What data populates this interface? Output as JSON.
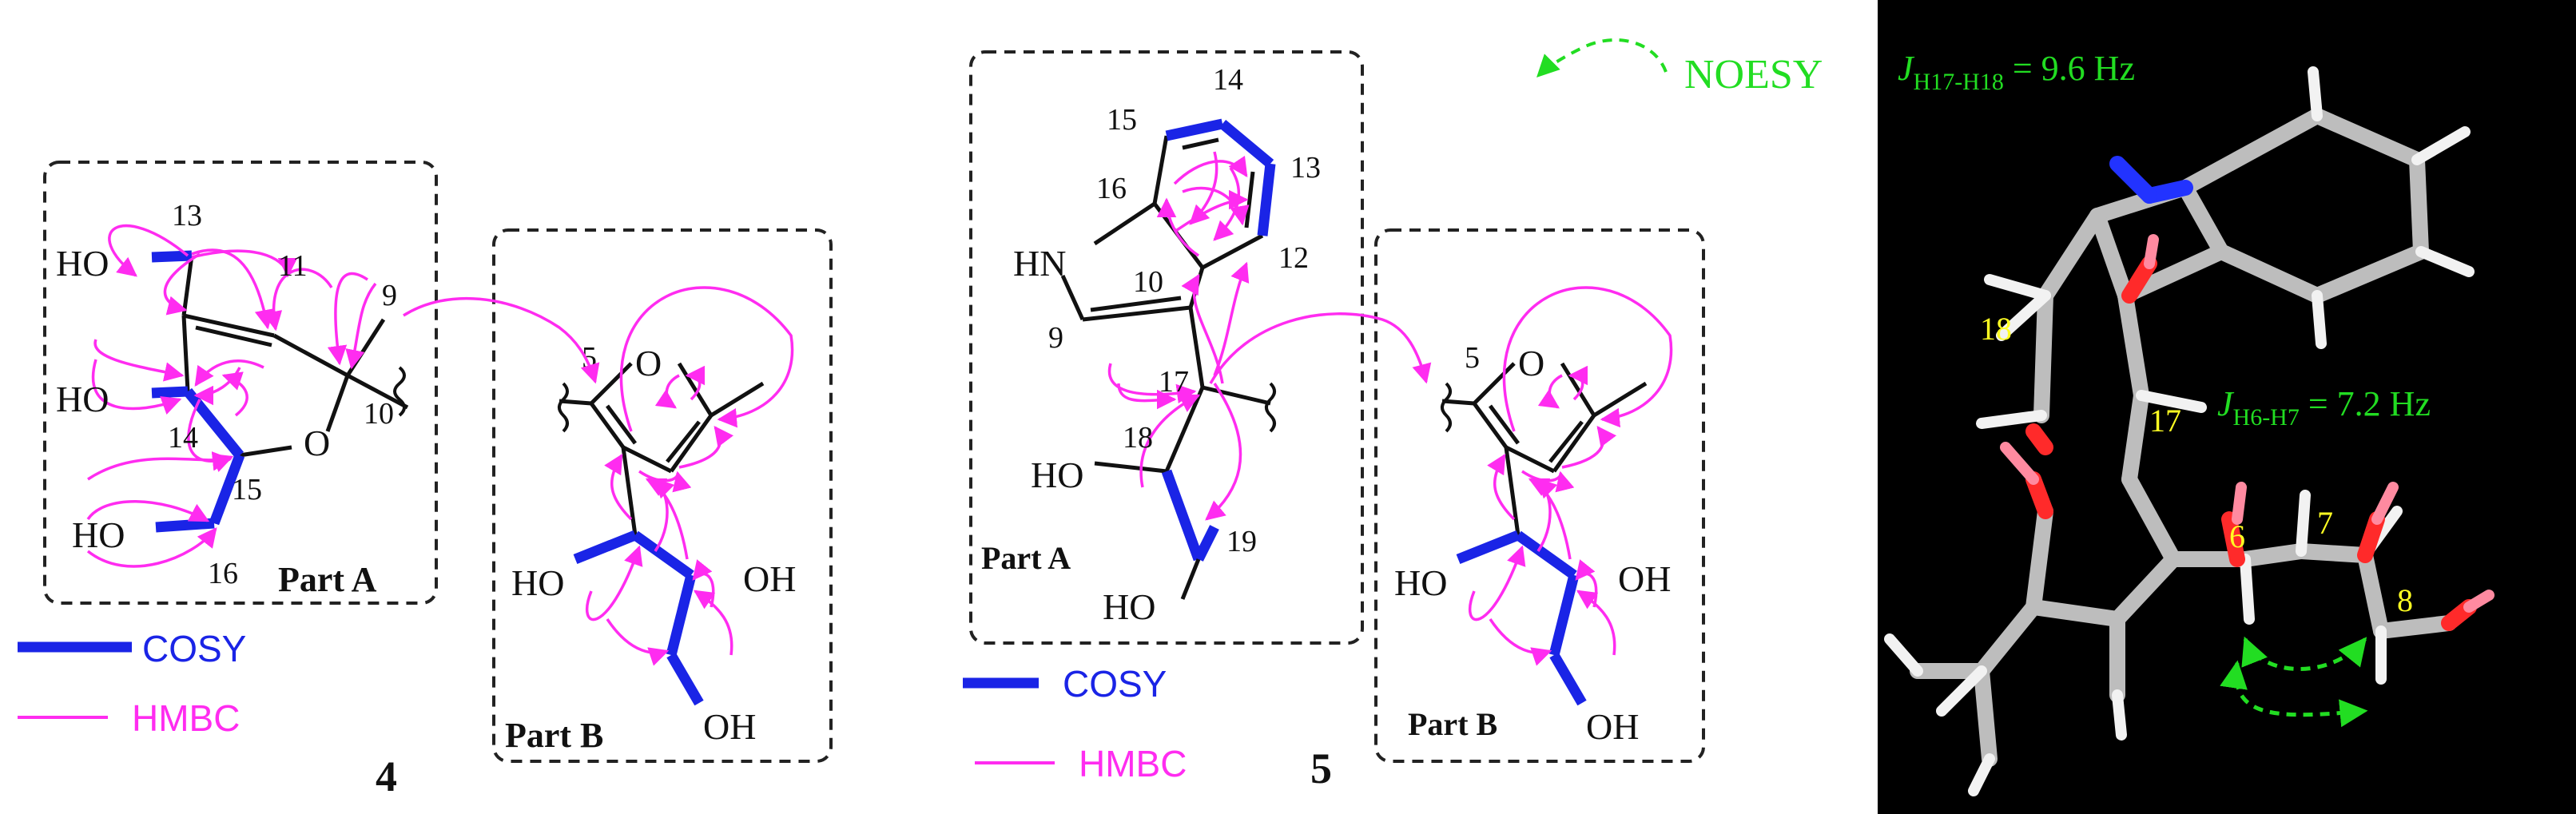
{
  "colors": {
    "cosy": "#1a24e6",
    "hmbc": "#ff2cf0",
    "noesy": "#22dd22",
    "bond": "#111111",
    "box": "#222222",
    "model_bg": "#000000",
    "model_gray": "#bdbdbd",
    "model_white": "#f2f2f2",
    "model_red": "#ff2a2a",
    "model_pink": "#ff8aa0",
    "model_blue": "#2233ff",
    "model_label": "#ffff22"
  },
  "compound4": {
    "number": "4",
    "part_a_label": "Part A",
    "part_b_label": "Part B",
    "atom_labels": {
      "c9": "9",
      "c10": "10",
      "c11": "11",
      "c13": "13",
      "c14": "14",
      "c15": "15",
      "c16": "16",
      "c5": "5"
    },
    "groups": {
      "ho13": "HO",
      "ho14": "HO",
      "ho16": "HO",
      "o_ring": "O",
      "o_furan": "O",
      "ho_b1": "HO",
      "oh_b2": "OH",
      "oh_b3": "OH"
    }
  },
  "compound5": {
    "number": "5",
    "part_a_label": "Part A",
    "part_b_label": "Part B",
    "atom_labels": {
      "c9": "9",
      "c10": "10",
      "c12": "12",
      "c13": "13",
      "c14": "14",
      "c15": "15",
      "c16": "16",
      "c17": "17",
      "c18": "18",
      "c19": "19",
      "c5": "5"
    },
    "groups": {
      "hn": "HN",
      "ho18": "HO",
      "ho19": "HO",
      "o_furan": "O",
      "ho_b1": "HO",
      "oh_b2": "OH",
      "oh_b3": "OH"
    }
  },
  "legend": {
    "cosy": "COSY",
    "hmbc": "HMBC",
    "noesy": "NOESY"
  },
  "model": {
    "j1_sym": "J",
    "j1_sub": "H17-H18",
    "j1_val": " = 9.6 Hz",
    "j2_sym": "J",
    "j2_sub": "H6-H7",
    "j2_val": " = 7.2 Hz",
    "atom_labels": {
      "a18": "18",
      "a17": "17",
      "a6": "6",
      "a7": "7",
      "a8": "8"
    }
  }
}
